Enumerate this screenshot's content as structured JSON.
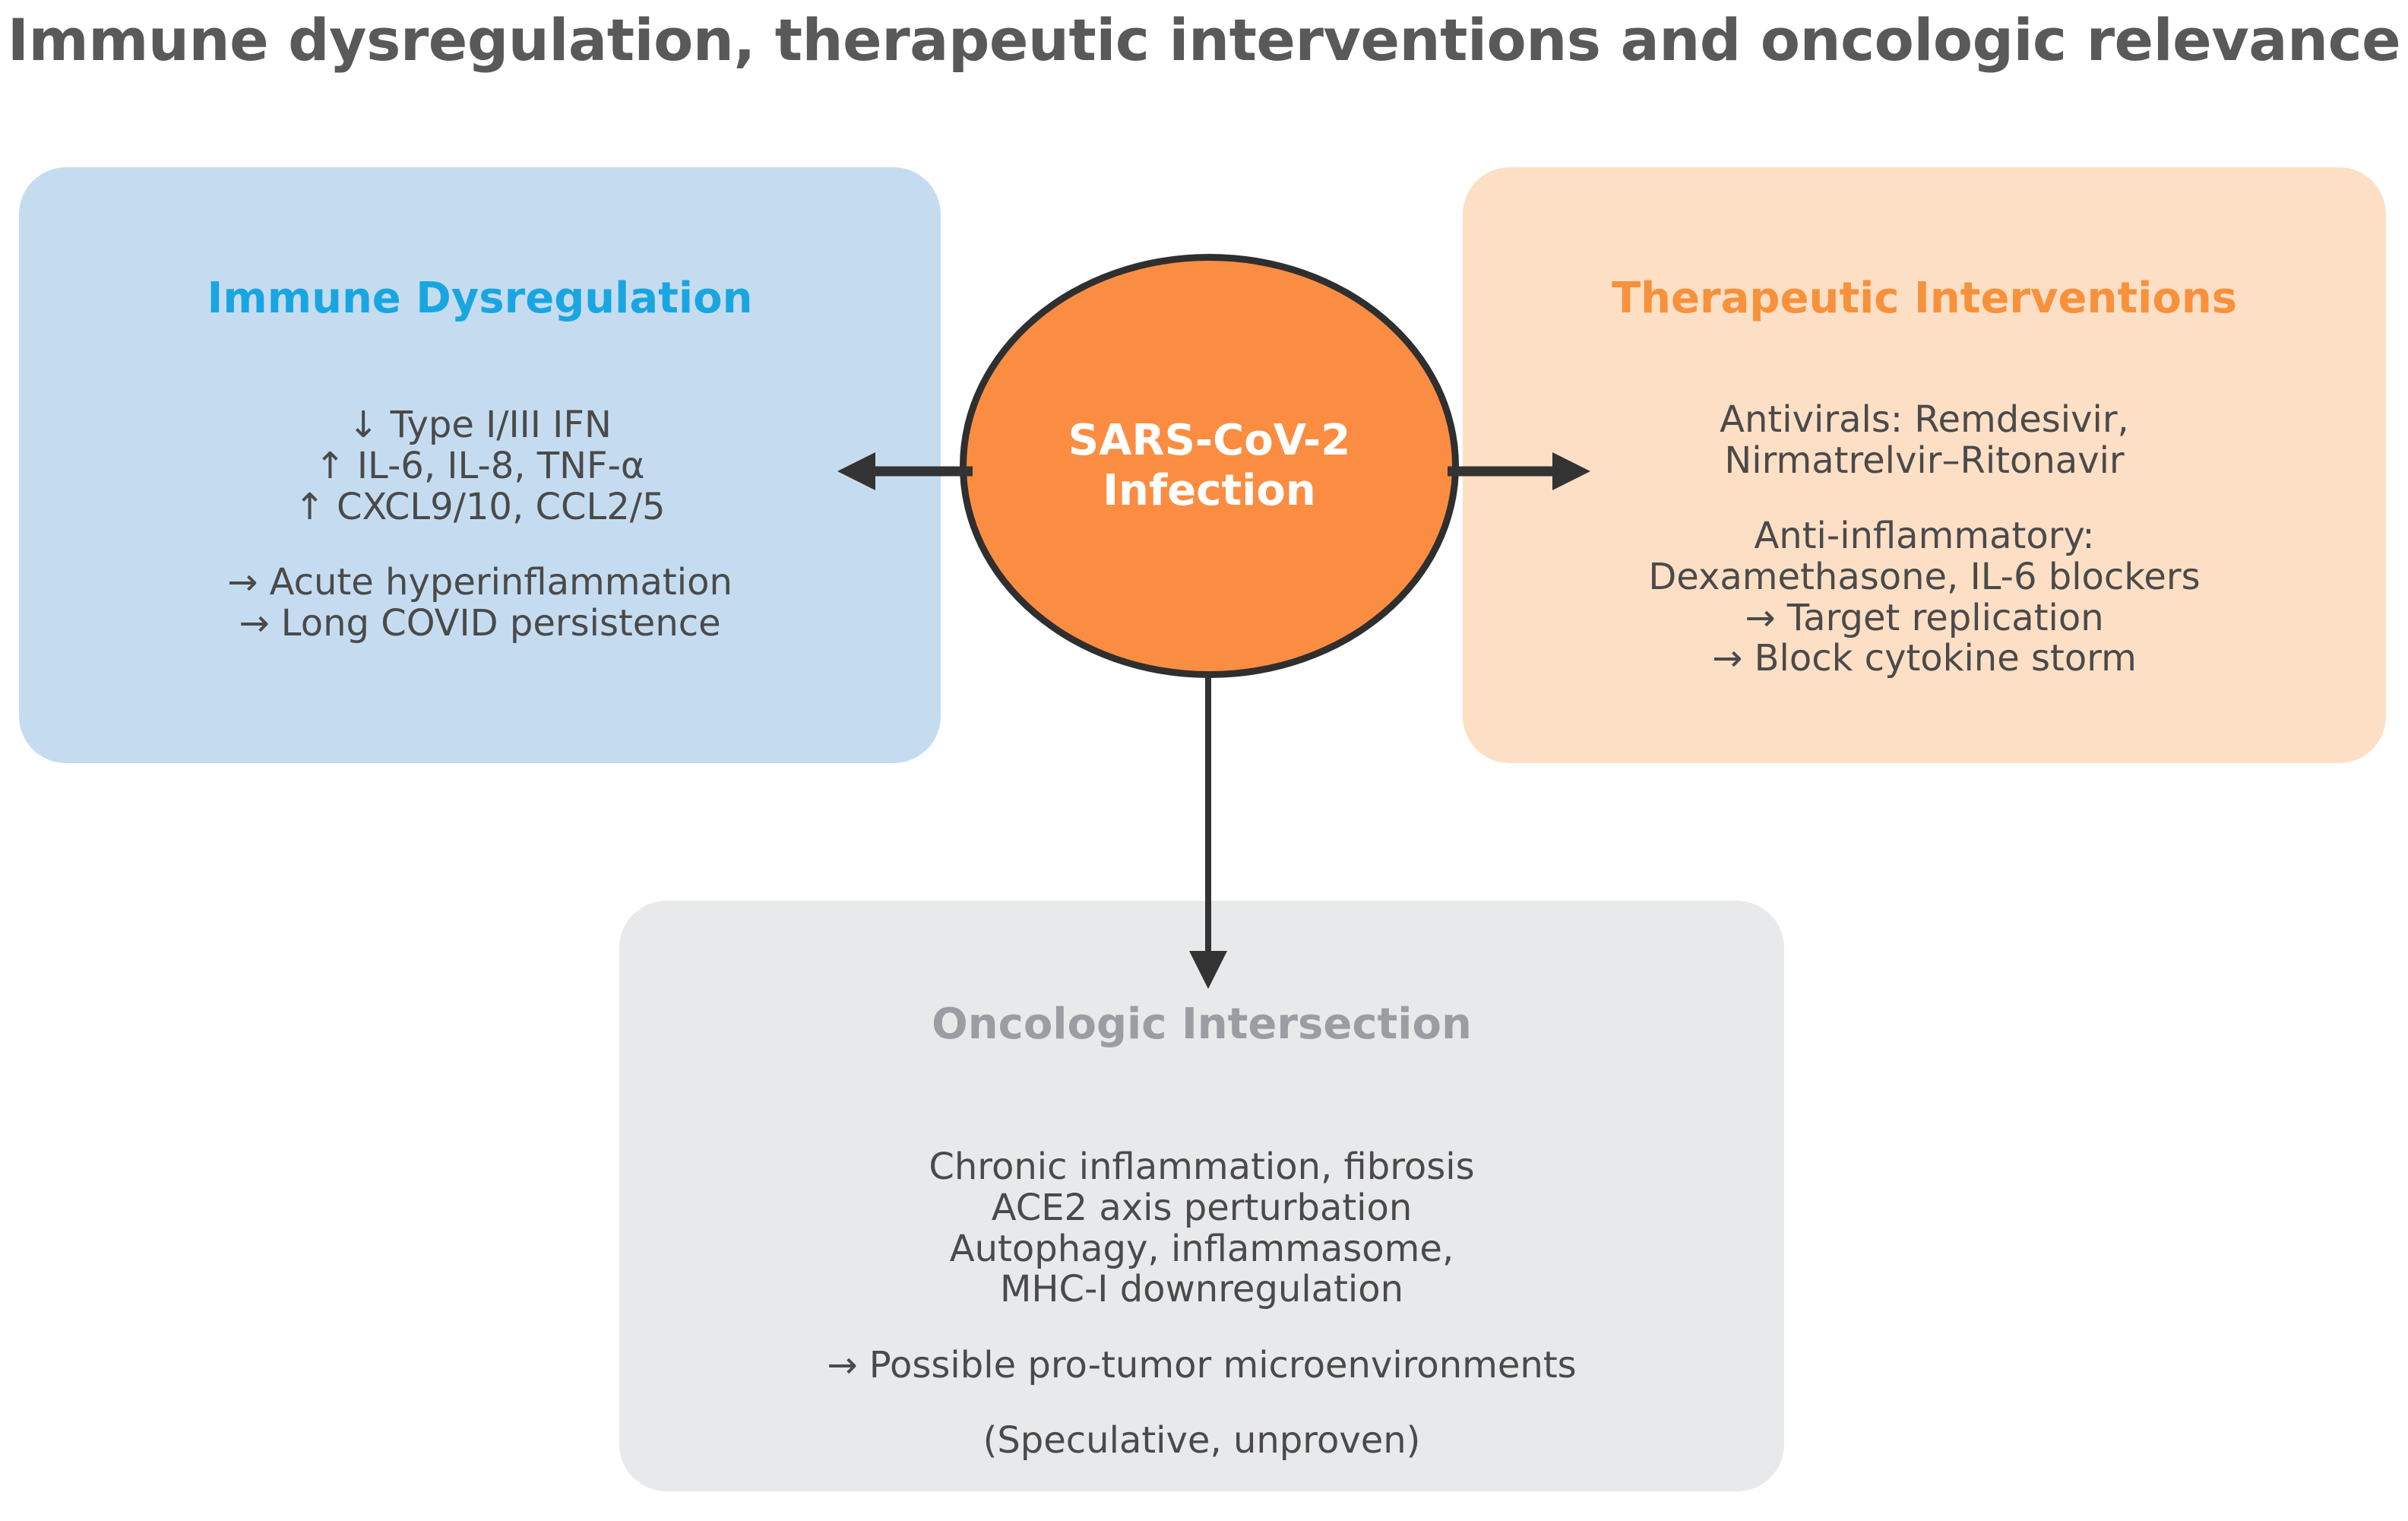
{
  "title": "Immune dysregulation, therapeutic interventions and oncologic relevance",
  "colors": {
    "title_text": "#595959",
    "immune_panel_bg": "#c5dcf0",
    "immune_heading": "#19a6e0",
    "therapeutic_panel_bg": "#fcdfc5",
    "therapeutic_heading": "#f7913c",
    "oncologic_panel_bg": "#e8e9eb",
    "oncologic_heading": "#9a9da2",
    "central_node_fill": "#fb8d42",
    "central_node_border": "#2f2f2f",
    "central_node_text": "#ffffff",
    "body_text": "#4a4a4a",
    "arrow": "#333333",
    "background": "#ffffff"
  },
  "central_node": {
    "label": "SARS-CoV-2\nInfection"
  },
  "panels": {
    "immune": {
      "heading": "Immune Dysregulation",
      "paragraphs": [
        "↓ Type I/III IFN\n↑ IL-6, IL-8, TNF-α\n↑ CXCL9/10, CCL2/5",
        "→ Acute hyperinflammation\n→ Long COVID persistence"
      ]
    },
    "therapeutic": {
      "heading": "Therapeutic Interventions",
      "paragraphs": [
        "Antivirals: Remdesivir,\nNirmatrelvir–Ritonavir",
        "Anti-inflammatory:\nDexamethasone, IL-6 blockers\n→ Target replication\n→  Block cytokine storm"
      ]
    },
    "oncologic": {
      "heading": "Oncologic Intersection",
      "paragraphs": [
        "Chronic inflammation, fibrosis\nACE2 axis perturbation\nAutophagy, inflammasome,\nMHC-I downregulation",
        "→ Possible pro-tumor microenvironments",
        "(Speculative, unproven)"
      ]
    }
  },
  "arrows": [
    {
      "name": "arrow-to-immune",
      "direction": "left",
      "from": "SARS-CoV-2 Infection",
      "to": "Immune Dysregulation"
    },
    {
      "name": "arrow-to-therapeutic",
      "direction": "right",
      "from": "SARS-CoV-2 Infection",
      "to": "Therapeutic Interventions"
    },
    {
      "name": "arrow-to-oncologic",
      "direction": "down",
      "from": "SARS-CoV-2 Infection",
      "to": "Oncologic Intersection"
    }
  ]
}
